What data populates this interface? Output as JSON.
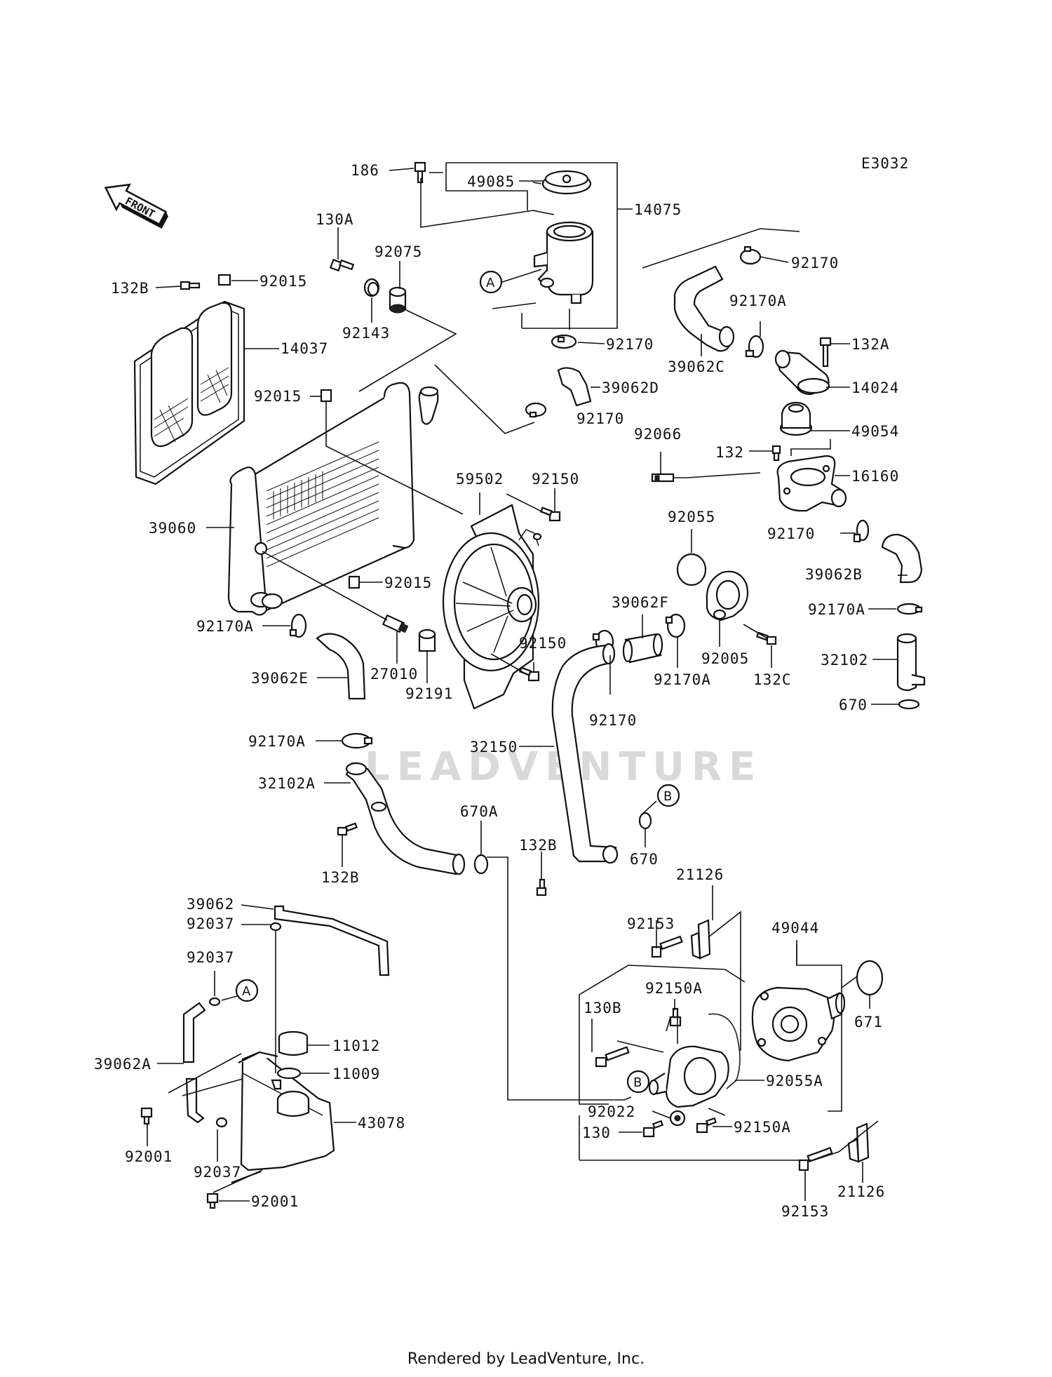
{
  "diagram_code": "E3032",
  "front_label": "FRONT",
  "watermark": "LEADVENTURE",
  "footer": "Rendered by LeadVenture, Inc.",
  "circle_refs": [
    "A",
    "A",
    "B",
    "B"
  ],
  "labels": [
    "186",
    "49085",
    "14075",
    "130A",
    "92075",
    "92015",
    "132B",
    "92143",
    "92170",
    "92170A",
    "92170",
    "39062C",
    "132A",
    "14037",
    "39062D",
    "14024",
    "92015",
    "92170",
    "92066",
    "49054",
    "132",
    "16160",
    "59502",
    "92150",
    "39060",
    "92055",
    "92170",
    "39062B",
    "92015",
    "39062F",
    "92170A",
    "92170A",
    "92150",
    "92005",
    "32102",
    "27010",
    "92191",
    "92170A",
    "132C",
    "39062E",
    "92170",
    "670",
    "92170A",
    "32150",
    "32102A",
    "670A",
    "132B",
    "132B",
    "670",
    "21126",
    "39062",
    "92037",
    "92153",
    "49044",
    "92037",
    "92150A",
    "130B",
    "671",
    "39062A",
    "11012",
    "11009",
    "92055A",
    "92022",
    "43078",
    "130",
    "92150A",
    "92001",
    "92037",
    "92001",
    "92153",
    "21126"
  ]
}
